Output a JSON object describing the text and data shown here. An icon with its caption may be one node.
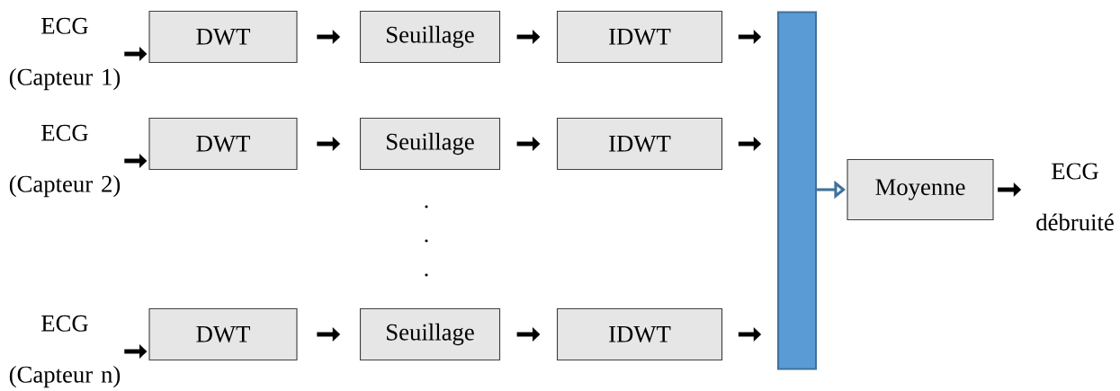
{
  "diagram": {
    "nodes": [
      {
        "text": [
          "ECG (Capteur 1)"
        ]
      },
      {
        "text": [
          "DWT"
        ]
      },
      {
        "text": [
          "Seuillage"
        ]
      },
      {
        "text": [
          "IDWT"
        ]
      },
      {
        "text": [
          "ECG (Capteur 2)"
        ]
      },
      {
        "text": [
          "DWT"
        ]
      },
      {
        "text": [
          "Seuillage"
        ]
      },
      {
        "text": [
          "IDWT"
        ]
      },
      {
        "text": [
          "ECG (Capteur n)"
        ]
      },
      {
        "text": [
          "DWT"
        ]
      },
      {
        "text": [
          "Seuillage"
        ]
      },
      {
        "text": [
          "IDWT"
        ]
      },
      {
        "text": [],
        "shape": "bar"
      },
      {
        "text": [
          "Moyenne"
        ]
      },
      {
        "text": [
          "ECG débruité"
        ]
      }
    ],
    "edges": [
      {
        "from": 0,
        "to": 1,
        "arrow": "to"
      },
      {
        "from": 1,
        "to": 2,
        "arrow": "to"
      },
      {
        "from": 2,
        "to": 3,
        "arrow": "to"
      },
      {
        "from": 3,
        "to": 12,
        "arrow": "to"
      },
      {
        "from": 4,
        "to": 5,
        "arrow": "to"
      },
      {
        "from": 5,
        "to": 6,
        "arrow": "to"
      },
      {
        "from": 6,
        "to": 7,
        "arrow": "to"
      },
      {
        "from": 7,
        "to": 12,
        "arrow": "to"
      },
      {
        "from": 8,
        "to": 9,
        "arrow": "to"
      },
      {
        "from": 9,
        "to": 10,
        "arrow": "to"
      },
      {
        "from": 10,
        "to": 11,
        "arrow": "to"
      },
      {
        "from": 11,
        "to": 12,
        "arrow": "to"
      },
      {
        "from": 12,
        "to": 13,
        "arrow": "to",
        "color": "#41719c"
      },
      {
        "from": 13,
        "to": 14,
        "arrow": "to"
      }
    ],
    "labels": [
      ".",
      ".",
      "."
    ]
  }
}
